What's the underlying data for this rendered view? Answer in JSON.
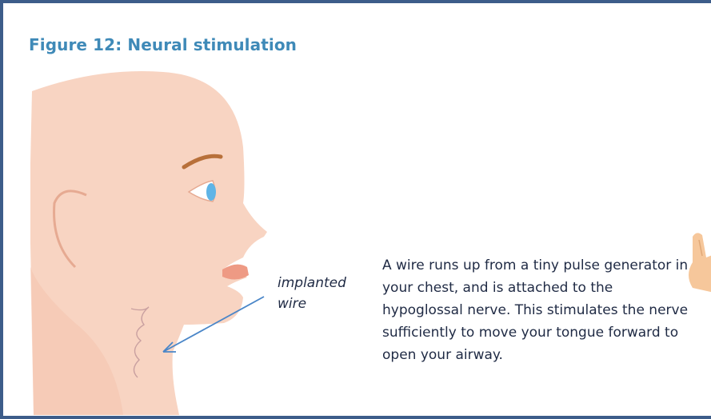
{
  "figure": {
    "title": "Figure 12: Neural stimulation",
    "wire_label": "implanted wire",
    "description": "A wire runs up from a tiny pulse generator in your chest, and is attached to the hypoglossal nerve. This stimulates the nerve sufficiently to move your tongue forward to open your airway."
  },
  "colors": {
    "border": "#3d5d8a",
    "title": "#3f8ab8",
    "skin": "#f8d4c2",
    "skin_shade": "#f4c2aa",
    "arrow": "#4a86c8",
    "text": "#1f2a44"
  },
  "icons": {
    "pointing_hand": "pointing-hand-icon"
  }
}
